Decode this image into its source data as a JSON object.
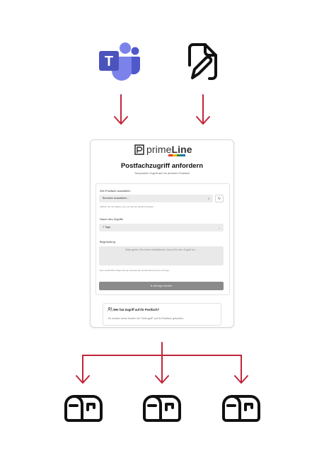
{
  "icons": {
    "teams": "microsoft-teams-logo",
    "form": "document-with-pen-icon",
    "mailbox": "mailbox-icon"
  },
  "colors": {
    "arrow": "#c0253a",
    "teams_purple": "#5059c9"
  },
  "teams_letter": "T",
  "card": {
    "brand_prime": "prime",
    "brand_line": "Line",
    "title": "Postfachzugriff anfordern",
    "subtitle": "Temporärer Zugriff auf ein anderes Postfach",
    "mailbox_label": "Ziel-Postfach auswählen",
    "mailbox_value": "Benutzer auswählen...",
    "mailbox_hint": "Wählen Sie die Mailbox aus, auf die Sie Zugriff benötigen",
    "duration_label": "Dauer des Zugriffs",
    "duration_value": "7 Tage",
    "reason_label": "Begründung",
    "reason_placeholder": "Bitte geben Sie einen detaillierten Grund für den Zugriff an...",
    "reason_hint": "Eine ausführliche Begründung beschleunigt die Bearbeitung Ihrer Anfrage.",
    "submit_label": "Anfrage senden",
    "info_title": "Wer hat Zugriff auf Ihr Postfach?",
    "info_text": "Es wurden keine Konten mit \"Vollzugriff\" auf Ihr Postfach gefunden."
  }
}
